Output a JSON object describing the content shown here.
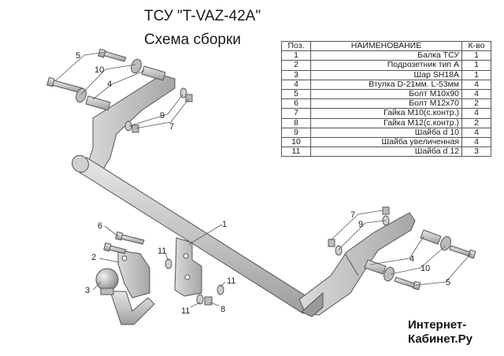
{
  "header": {
    "title": "ТСУ \"T-VAZ-42A\"",
    "subtitle": "Схема сборки"
  },
  "table": {
    "columns": [
      "Поз.",
      "НАИМЕНОВАНИЕ",
      "К-во"
    ],
    "rows": [
      [
        "1",
        "Балка ТСУ",
        "1"
      ],
      [
        "2",
        "Подрозетник тип А",
        "1"
      ],
      [
        "3",
        "Шар SH18A",
        "1"
      ],
      [
        "4",
        "Втулка D-21мм. L-53мм",
        "4"
      ],
      [
        "5",
        "Болт М10х90",
        "4"
      ],
      [
        "6",
        "Болт М12х70",
        "2"
      ],
      [
        "7",
        "Гайка  М10(с.контр.)",
        "4"
      ],
      [
        "8",
        "Гайка М12(с.контр.)",
        "2"
      ],
      [
        "9",
        "Шайба d 10",
        "4"
      ],
      [
        "10",
        "Шайба увеличенная",
        "4"
      ],
      [
        "11",
        "Шайба d 12",
        "3"
      ]
    ]
  },
  "callouts": [
    "1",
    "2",
    "3",
    "4",
    "5",
    "6",
    "7",
    "8",
    "9",
    "10",
    "11"
  ],
  "watermark": {
    "line1": "Интернет-",
    "line2": "Кабинет.Ру"
  }
}
